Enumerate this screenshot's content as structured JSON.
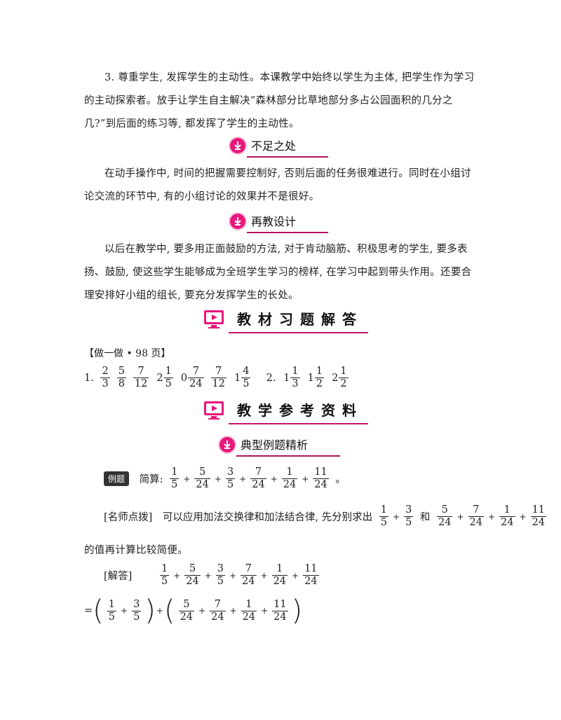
{
  "intro_paragraph": "3. 尊重学生, 发挥学生的主动性。本课教学中始终以学生为主体, 把学生作为学习的主动探索者。放手让学生自主解决“森林部分比草地部分多占公园面积的几分之几?”到后面的练习等, 都发挥了学生的主动性。",
  "section_shortcomings": {
    "title": "不足之处",
    "text": "在动手操作中, 时间的把握需要控制好, 否则后面的任务很难进行。同时在小组讨论交流的环节中, 有的小组讨论的效果并不是很好。"
  },
  "section_redesign": {
    "title": "再教设计",
    "text": "以后在教学中, 要多用正面鼓励的方法, 对于肯动脑筋、积极思考的学生, 要多表扬、鼓励, 使这些学生能够成为全班学生学习的榜样, 在学习中起到带头作用。还要合理安排好小组的组长, 要充分发挥学生的长处。"
  },
  "section_textbook_answers": {
    "title": "教材习题解答",
    "exercise_label": "【做一做 • 98 页】",
    "q1_label": "1.",
    "q1": [
      {
        "n": "2",
        "d": "3"
      },
      {
        "n": "5",
        "d": "8"
      },
      {
        "n": "7",
        "d": "12"
      },
      {
        "w": "2",
        "n": "1",
        "d": "5"
      },
      {
        "plain": "0"
      },
      {
        "n": "7",
        "d": "24"
      },
      {
        "n": "7",
        "d": "12"
      },
      {
        "w": "1",
        "n": "4",
        "d": "5"
      }
    ],
    "q2_label": "2.",
    "q2": [
      {
        "w": "1",
        "n": "1",
        "d": "3"
      },
      {
        "w": "1",
        "n": "1",
        "d": "2"
      },
      {
        "w": "2",
        "n": "1",
        "d": "2"
      }
    ]
  },
  "section_references": {
    "title": "教学参考资料"
  },
  "section_examples": {
    "title": "典型例题精析",
    "example_tag": "例题",
    "example_prefix": "简算:",
    "example_suffix": "。",
    "expr": [
      {
        "n": "1",
        "d": "5"
      },
      {
        "n": "5",
        "d": "24"
      },
      {
        "n": "3",
        "d": "5"
      },
      {
        "n": "7",
        "d": "24"
      },
      {
        "n": "1",
        "d": "24"
      },
      {
        "n": "11",
        "d": "24"
      }
    ],
    "tip_label": "[名师点拨]",
    "tip_text": "可以应用加法交换律和加法结合律, 先分别求出",
    "tip_group1": [
      {
        "n": "1",
        "d": "5"
      },
      {
        "n": "3",
        "d": "5"
      }
    ],
    "tip_and": "和",
    "tip_group2": [
      {
        "n": "5",
        "d": "24"
      },
      {
        "n": "7",
        "d": "24"
      },
      {
        "n": "1",
        "d": "24"
      },
      {
        "n": "11",
        "d": "24"
      }
    ],
    "tip_text2": "的值再计算比较简便。",
    "solution_label": "[解答]",
    "equals": "=",
    "solution_group1": [
      {
        "n": "1",
        "d": "5"
      },
      {
        "n": "3",
        "d": "5"
      }
    ],
    "solution_group2": [
      {
        "n": "5",
        "d": "24"
      },
      {
        "n": "7",
        "d": "24"
      },
      {
        "n": "1",
        "d": "24"
      },
      {
        "n": "11",
        "d": "24"
      }
    ],
    "plus": "+"
  },
  "colors": {
    "accent": "#e8177b",
    "rule": "#b3125f"
  },
  "icons": {
    "sub_heading": "down-arrow-circle-icon",
    "big_heading": "monitor-icon"
  }
}
